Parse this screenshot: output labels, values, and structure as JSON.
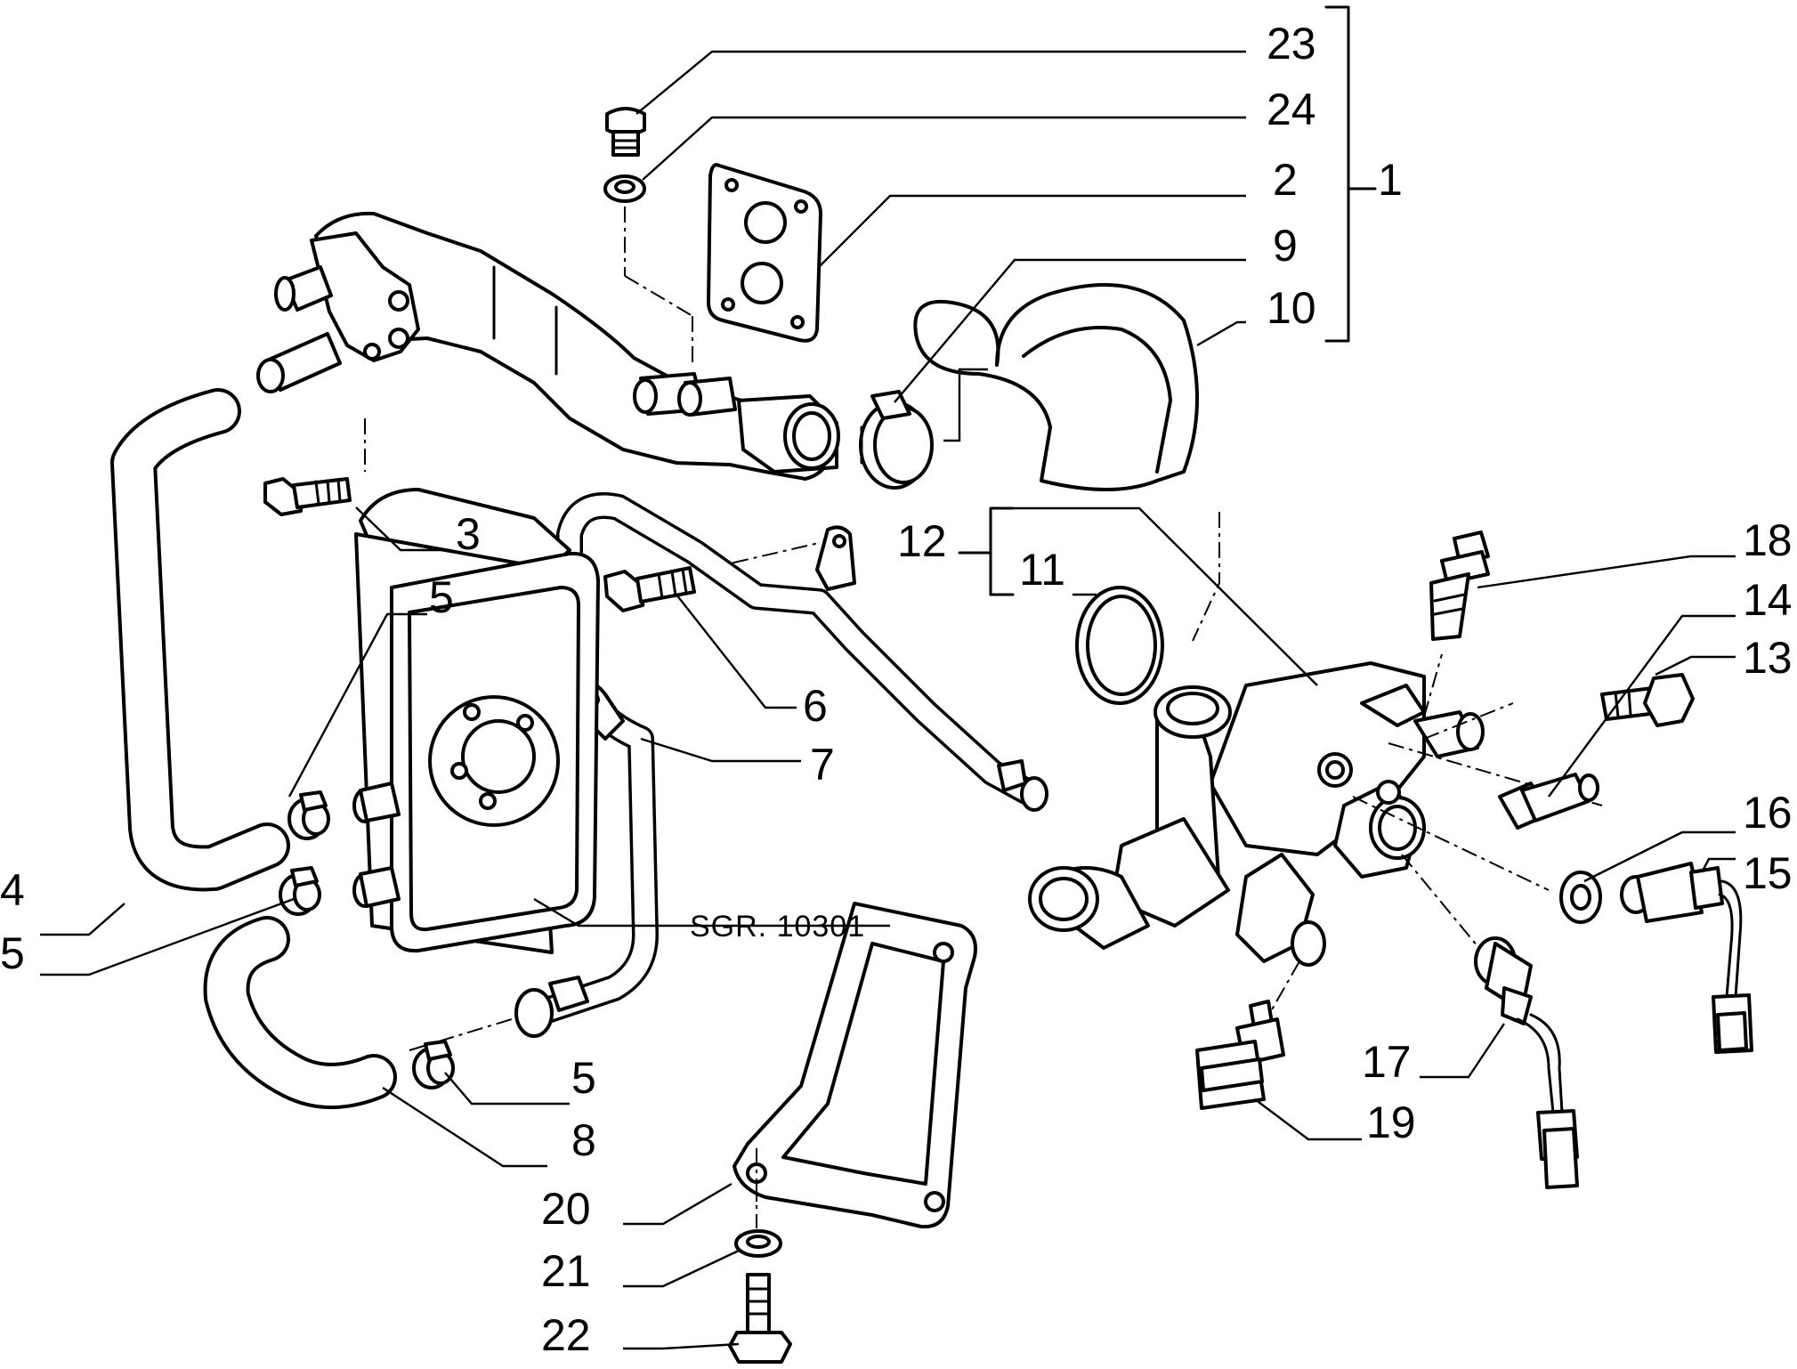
{
  "diagram": {
    "callouts": {
      "c23": "23",
      "c24": "24",
      "c2": "2",
      "c1": "1",
      "c9": "9",
      "c10": "10",
      "c3": "3",
      "c12": "12",
      "c11": "11",
      "c18": "18",
      "c14": "14",
      "c13": "13",
      "c5a": "5",
      "c6": "6",
      "c7": "7",
      "c4": "4",
      "c5b": "5",
      "c16": "16",
      "c15": "15",
      "c5c": "5",
      "c8": "8",
      "c17": "17",
      "c19": "19",
      "c20": "20",
      "c21": "21",
      "c22": "22"
    },
    "reference_label": "SGR. 10301"
  }
}
